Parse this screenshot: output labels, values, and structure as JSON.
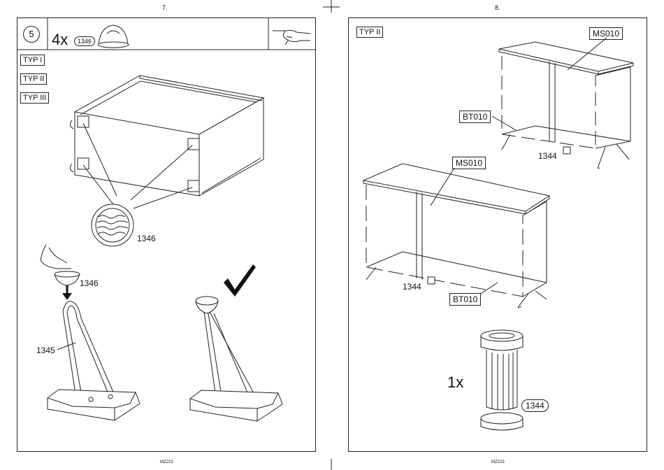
{
  "left_page": {
    "page_number": "7.",
    "step_number": "5",
    "part_quantity": "4x",
    "part_badge": "1346",
    "types": [
      "TYP I",
      "TYP II",
      "TYP III"
    ],
    "label_cap": "1346",
    "label_cap_small": "1346",
    "label_leg": "1345",
    "footer_code": "MZ223"
  },
  "right_page": {
    "page_number": "8.",
    "type_label": "TYP II",
    "top_cabinet": {
      "top_label": "MS010",
      "bottom_label": "BT010",
      "foot_label": "1344"
    },
    "bottom_cabinet": {
      "top_label": "MS010",
      "bottom_label": "BT010",
      "foot_label": "1344"
    },
    "foot_quantity": "1x",
    "foot_badge": "1344",
    "footer_code": "MZ223"
  }
}
